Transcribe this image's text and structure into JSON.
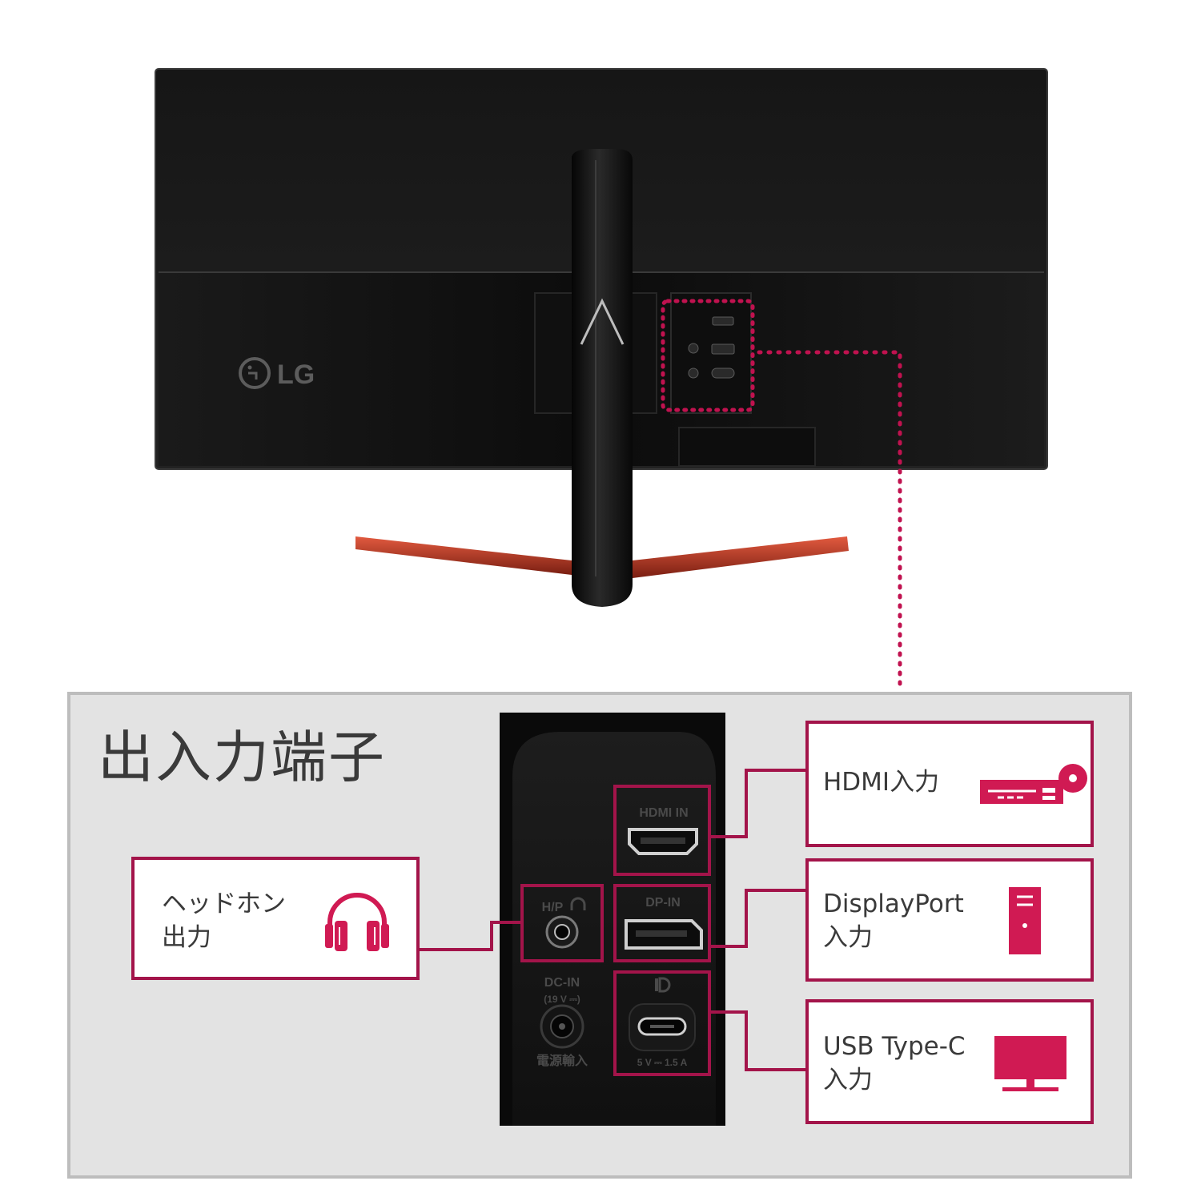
{
  "brand": {
    "logo_text": "LG"
  },
  "panel": {
    "title": "出入力端子"
  },
  "port_labels": {
    "hdmi_in": "HDMI IN",
    "hp": "H/P",
    "dp_in": "DP-IN",
    "dc_in": "DC-IN",
    "dc_spec": "(19 V ⎓)",
    "usb_spec": "5 V ⎓ 1.5 A",
    "power_input": "電源輸入"
  },
  "callouts": [
    {
      "id": "headphone",
      "line1": "ヘッドホン",
      "line2": "出力",
      "icon": "headphones-icon"
    },
    {
      "id": "hdmi",
      "line1": "HDMI入力",
      "line2": "",
      "icon": "media-player-icon"
    },
    {
      "id": "displayport",
      "line1": "DisplayPort",
      "line2": "入力",
      "icon": "pc-tower-icon"
    },
    {
      "id": "usbc",
      "line1": "USB Type-C",
      "line2": "入力",
      "icon": "monitor-icon"
    }
  ],
  "colors": {
    "accent": "#a3144a",
    "icon_fill": "#d01a53",
    "panel_bg": "#e3e3e3",
    "panel_border": "#bdbdbd",
    "monitor_body": "#141414",
    "stand_red": "#c8442e"
  }
}
